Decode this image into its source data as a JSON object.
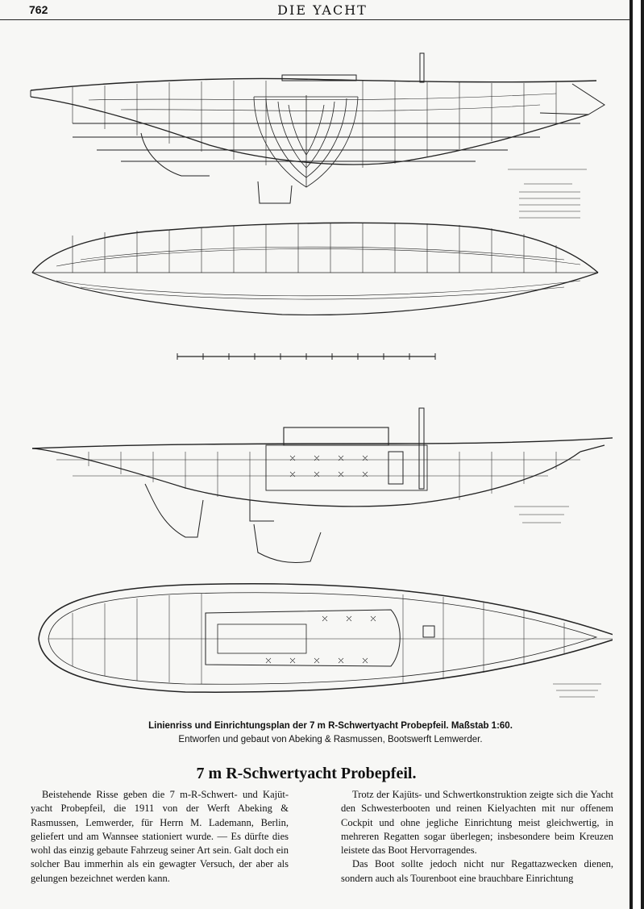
{
  "header": {
    "page_number": "762",
    "running_title": "DIE YACHT"
  },
  "figure": {
    "caption_line1": "Linienriss und Einrichtungsplan der 7 m R-Schwertyacht Probepfeil.",
    "caption_scale": "Maßstab 1:60.",
    "caption_line2": "Entworfen und gebaut von Abeking & Rasmussen, Bootswerft Lemwerder."
  },
  "article": {
    "title": "7 m R-Schwertyacht Probepfeil.",
    "left_paragraph": "Beistehende Risse geben die 7 m-R-Schwert- und Kajüt-yacht Probepfeil, die 1911 von der Werft Abeking & Rasmussen, Lemwerder, für Herrn M. Lademann, Berlin, geliefert und am Wannsee stationiert wurde. — Es dürfte dies wohl das einzig gebaute Fahrzeug seiner Art sein. Galt doch ein solcher Bau immerhin als ein gewagter Versuch, der aber als gelungen bezeichnet werden kann.",
    "right_paragraph_1": "Trotz der Kajüts- und Schwertkonstruktion zeigte sich die Yacht den Schwesterbooten und reinen Kielyachten mit nur offenem Cockpit und ohne jegliche Einrichtung meist gleichwertig, in mehreren Regatten sogar überlegen; insbesondere beim Kreuzen leistete das Boot Hervorragendes.",
    "right_paragraph_2": "Das Boot sollte jedoch nicht nur Regattazwecken dienen, sondern auch als Tourenboot eine brauchbare Einrichtung"
  }
}
